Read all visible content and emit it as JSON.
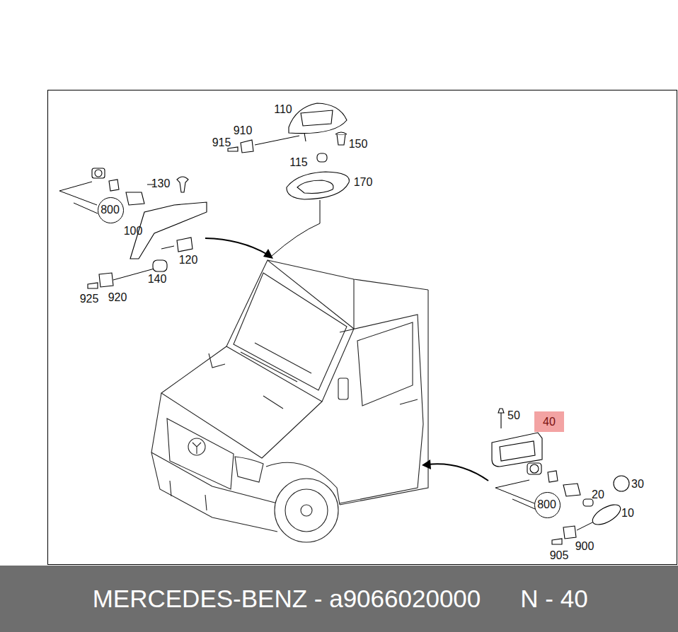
{
  "diagram": {
    "nodes": [
      {
        "text": [
          "800"
        ]
      },
      {
        "text": [
          "40"
        ]
      },
      {
        "text": [
          "800"
        ]
      },
      {
        "text": [
          "MERCEDES-BENZ - a9066020000",
          "N - 40"
        ]
      }
    ],
    "edges": [],
    "labels": [
      "110",
      "910",
      "915",
      "150",
      "115",
      "170",
      "130",
      "100",
      "120",
      "140",
      "925",
      "920",
      "50",
      "30",
      "20",
      "10",
      "900",
      "905"
    ]
  }
}
